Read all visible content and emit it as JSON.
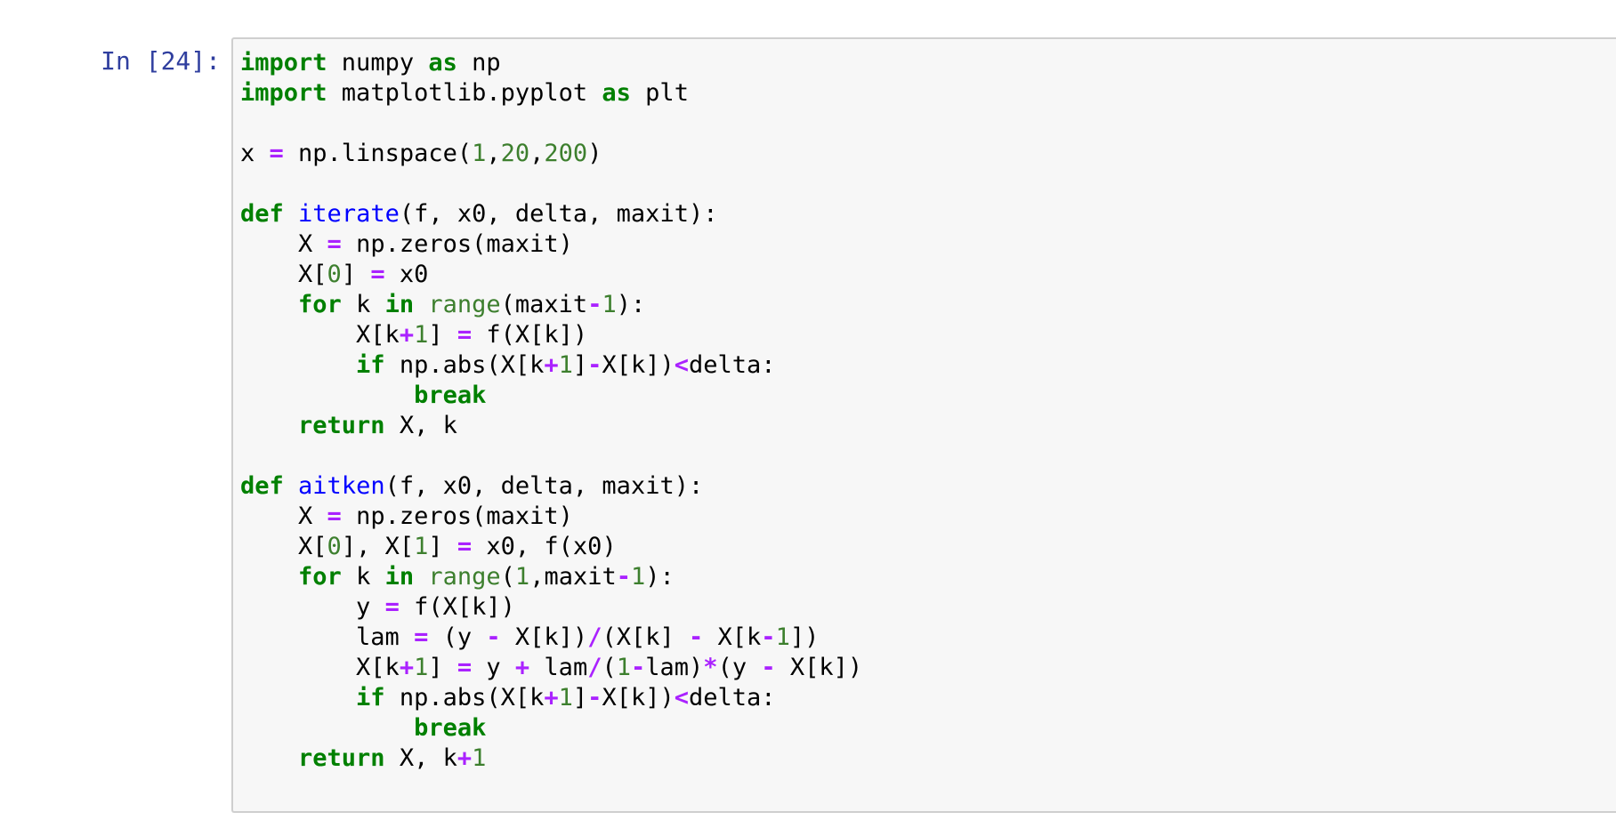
{
  "cell": {
    "prompt": "In [24]:",
    "colors": {
      "prompt": "#303F9F",
      "keyword": "#008000",
      "operator": "#AA22FF",
      "number": "#3D7F2E",
      "function_name": "#0000FF",
      "builtin": "#3D7F2E",
      "background": "#f7f7f7",
      "border": "#cfcfcf"
    },
    "code_lines": [
      [
        [
          "kw",
          "import"
        ],
        [
          "t",
          " numpy "
        ],
        [
          "kw",
          "as"
        ],
        [
          "t",
          " np"
        ]
      ],
      [
        [
          "kw",
          "import"
        ],
        [
          "t",
          " matplotlib.pyplot "
        ],
        [
          "kw",
          "as"
        ],
        [
          "t",
          " plt"
        ]
      ],
      [],
      [
        [
          "t",
          "x "
        ],
        [
          "op",
          "="
        ],
        [
          "t",
          " np.linspace("
        ],
        [
          "num",
          "1"
        ],
        [
          "t",
          ","
        ],
        [
          "num",
          "20"
        ],
        [
          "t",
          ","
        ],
        [
          "num",
          "200"
        ],
        [
          "t",
          ")"
        ]
      ],
      [],
      [
        [
          "kw",
          "def"
        ],
        [
          "t",
          " "
        ],
        [
          "fn",
          "iterate"
        ],
        [
          "t",
          "(f, x0, delta, maxit):"
        ]
      ],
      [
        [
          "t",
          "    X "
        ],
        [
          "op",
          "="
        ],
        [
          "t",
          " np.zeros(maxit)"
        ]
      ],
      [
        [
          "t",
          "    X["
        ],
        [
          "num",
          "0"
        ],
        [
          "t",
          "] "
        ],
        [
          "op",
          "="
        ],
        [
          "t",
          " x0"
        ]
      ],
      [
        [
          "t",
          "    "
        ],
        [
          "kw",
          "for"
        ],
        [
          "t",
          " k "
        ],
        [
          "kw",
          "in"
        ],
        [
          "t",
          " "
        ],
        [
          "bi",
          "range"
        ],
        [
          "t",
          "(maxit"
        ],
        [
          "op",
          "-"
        ],
        [
          "num",
          "1"
        ],
        [
          "t",
          "):"
        ]
      ],
      [
        [
          "t",
          "        X[k"
        ],
        [
          "op",
          "+"
        ],
        [
          "num",
          "1"
        ],
        [
          "t",
          "] "
        ],
        [
          "op",
          "="
        ],
        [
          "t",
          " f(X[k])"
        ]
      ],
      [
        [
          "t",
          "        "
        ],
        [
          "kw",
          "if"
        ],
        [
          "t",
          " np.abs(X[k"
        ],
        [
          "op",
          "+"
        ],
        [
          "num",
          "1"
        ],
        [
          "t",
          "]"
        ],
        [
          "op",
          "-"
        ],
        [
          "t",
          "X[k])"
        ],
        [
          "op",
          "<"
        ],
        [
          "t",
          "delta:"
        ]
      ],
      [
        [
          "t",
          "            "
        ],
        [
          "kw",
          "break"
        ]
      ],
      [
        [
          "t",
          "    "
        ],
        [
          "kw",
          "return"
        ],
        [
          "t",
          " X, k"
        ]
      ],
      [],
      [
        [
          "kw",
          "def"
        ],
        [
          "t",
          " "
        ],
        [
          "fn",
          "aitken"
        ],
        [
          "t",
          "(f, x0, delta, maxit):"
        ]
      ],
      [
        [
          "t",
          "    X "
        ],
        [
          "op",
          "="
        ],
        [
          "t",
          " np.zeros(maxit)"
        ]
      ],
      [
        [
          "t",
          "    X["
        ],
        [
          "num",
          "0"
        ],
        [
          "t",
          "], X["
        ],
        [
          "num",
          "1"
        ],
        [
          "t",
          "] "
        ],
        [
          "op",
          "="
        ],
        [
          "t",
          " x0, f(x0)"
        ]
      ],
      [
        [
          "t",
          "    "
        ],
        [
          "kw",
          "for"
        ],
        [
          "t",
          " k "
        ],
        [
          "kw",
          "in"
        ],
        [
          "t",
          " "
        ],
        [
          "bi",
          "range"
        ],
        [
          "t",
          "("
        ],
        [
          "num",
          "1"
        ],
        [
          "t",
          ",maxit"
        ],
        [
          "op",
          "-"
        ],
        [
          "num",
          "1"
        ],
        [
          "t",
          "):"
        ]
      ],
      [
        [
          "t",
          "        y "
        ],
        [
          "op",
          "="
        ],
        [
          "t",
          " f(X[k])"
        ]
      ],
      [
        [
          "t",
          "        lam "
        ],
        [
          "op",
          "="
        ],
        [
          "t",
          " (y "
        ],
        [
          "op",
          "-"
        ],
        [
          "t",
          " X[k])"
        ],
        [
          "op",
          "/"
        ],
        [
          "t",
          "(X[k] "
        ],
        [
          "op",
          "-"
        ],
        [
          "t",
          " X[k"
        ],
        [
          "op",
          "-"
        ],
        [
          "num",
          "1"
        ],
        [
          "t",
          "])"
        ]
      ],
      [
        [
          "t",
          "        X[k"
        ],
        [
          "op",
          "+"
        ],
        [
          "num",
          "1"
        ],
        [
          "t",
          "] "
        ],
        [
          "op",
          "="
        ],
        [
          "t",
          " y "
        ],
        [
          "op",
          "+"
        ],
        [
          "t",
          " lam"
        ],
        [
          "op",
          "/"
        ],
        [
          "t",
          "("
        ],
        [
          "num",
          "1"
        ],
        [
          "op",
          "-"
        ],
        [
          "t",
          "lam)"
        ],
        [
          "op",
          "*"
        ],
        [
          "t",
          "(y "
        ],
        [
          "op",
          "-"
        ],
        [
          "t",
          " X[k])"
        ]
      ],
      [
        [
          "t",
          "        "
        ],
        [
          "kw",
          "if"
        ],
        [
          "t",
          " np.abs(X[k"
        ],
        [
          "op",
          "+"
        ],
        [
          "num",
          "1"
        ],
        [
          "t",
          "]"
        ],
        [
          "op",
          "-"
        ],
        [
          "t",
          "X[k])"
        ],
        [
          "op",
          "<"
        ],
        [
          "t",
          "delta:"
        ]
      ],
      [
        [
          "t",
          "            "
        ],
        [
          "kw",
          "break"
        ]
      ],
      [
        [
          "t",
          "    "
        ],
        [
          "kw",
          "return"
        ],
        [
          "t",
          " X, k"
        ],
        [
          "op",
          "+"
        ],
        [
          "num",
          "1"
        ]
      ],
      []
    ]
  }
}
